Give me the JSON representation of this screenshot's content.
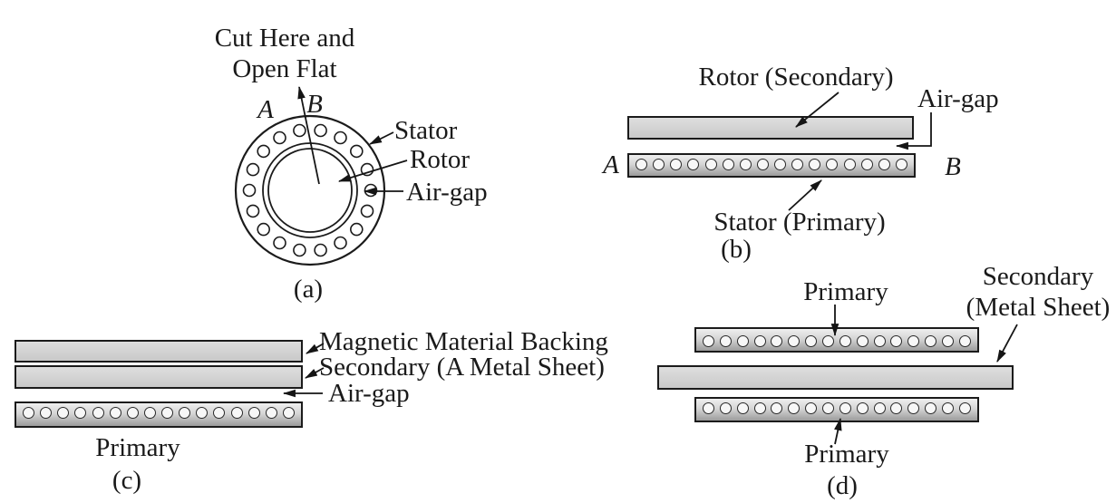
{
  "panel_a": {
    "caption": "(a)",
    "cut_label_line1": "Cut Here and",
    "cut_label_line2": "Open Flat",
    "point_a": "A",
    "point_b": "B",
    "labels": {
      "stator": "Stator",
      "rotor": "Rotor",
      "air_gap": "Air-gap"
    },
    "slot_count": 18
  },
  "panel_b": {
    "caption": "(b)",
    "rotor_label": "Rotor (Secondary)",
    "air_gap_label": "Air-gap",
    "stator_label": "Stator (Primary)",
    "point_a": "A",
    "point_b": "B",
    "slot_count": 16
  },
  "panel_c": {
    "caption": "(c)",
    "backing_label": "Magnetic Material Backing",
    "secondary_label": "Secondary (A Metal Sheet)",
    "air_gap_label": "Air-gap",
    "primary_label": "Primary",
    "slot_count": 16
  },
  "panel_d": {
    "caption": "(d)",
    "top_primary_label": "Primary",
    "secondary_label_line1": "Secondary",
    "secondary_label_line2": "(Metal Sheet)",
    "bottom_primary_label": "Primary",
    "slot_count_top": 16,
    "slot_count_bottom": 16
  },
  "colors": {
    "ink": "#1a1a1a",
    "bar_fill_light": "#d9d9d9",
    "bar_fill_dark": "#9c9c9c",
    "background": "#ffffff"
  }
}
